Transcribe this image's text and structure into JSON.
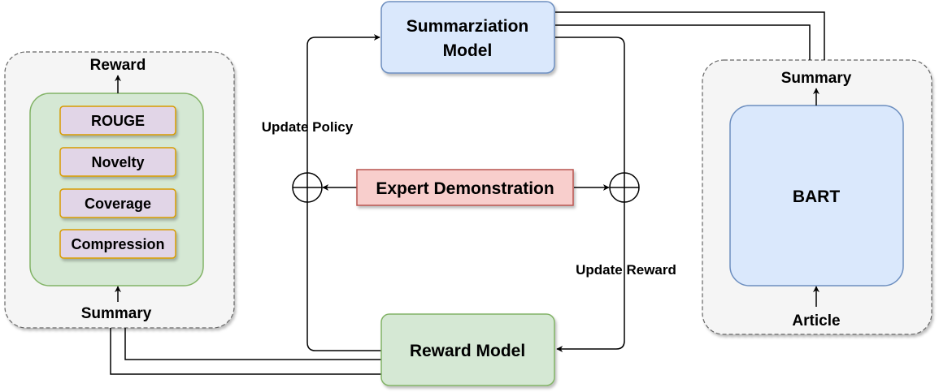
{
  "left_panel": {
    "reward_label": "Reward",
    "metrics": [
      "ROUGE",
      "Novelty",
      "Coverage",
      "Compression"
    ],
    "summary_label": "Summary"
  },
  "center": {
    "summarization_model": [
      "Summarziation",
      "Model"
    ],
    "update_policy_label": "Update Policy",
    "expert_demonstration": "Expert Demonstration",
    "update_reward_label": "Update Reward",
    "reward_model": "Reward Model"
  },
  "right_panel": {
    "summary_label": "Summary",
    "bart_label": "BART",
    "article_label": "Article"
  },
  "colors": {
    "panel_bg": "#f5f5f5",
    "panel_border": "#666666",
    "green_fill": "#d5e8d4",
    "green_border": "#82b366",
    "purple_fill": "#e1d5e7",
    "orange_border": "#d79b00",
    "blue_fill": "#dae8fc",
    "blue_border": "#6c8ebf",
    "red_fill": "#f8cecc",
    "red_border": "#b85450"
  }
}
